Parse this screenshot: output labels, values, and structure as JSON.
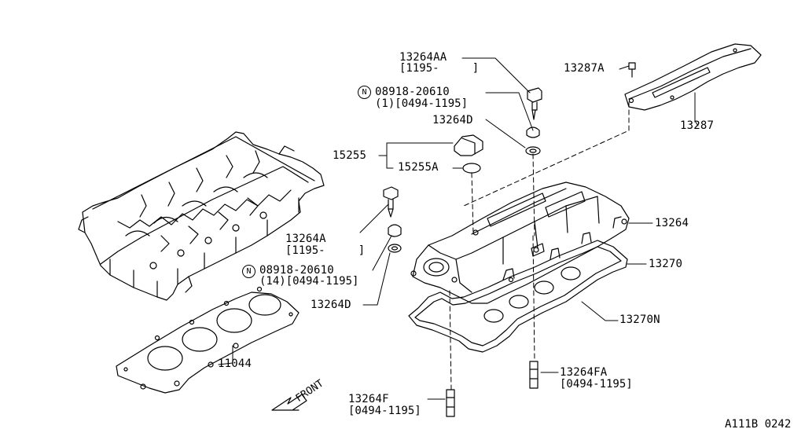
{
  "parts": {
    "p13264AA": {
      "code": "13264AA",
      "date": "[1195-     ]"
    },
    "n_upper": {
      "circle": "N",
      "code": "08918-20610",
      "qty": "(1)[0494-1195]"
    },
    "p13264D_upper": {
      "code": "13264D"
    },
    "p15255": {
      "code": "15255"
    },
    "p15255A": {
      "code": "15255A"
    },
    "p13287A": {
      "code": "13287A"
    },
    "p13287": {
      "code": "13287"
    },
    "p13264": {
      "code": "13264"
    },
    "p13270": {
      "code": "13270"
    },
    "p13270N": {
      "code": "13270N"
    },
    "p13264A": {
      "code": "13264A",
      "date": "[1195-     ]"
    },
    "n_lower": {
      "circle": "N",
      "code": "08918-20610",
      "qty": "(14)[0494-1195]"
    },
    "p13264D_lower": {
      "code": "13264D"
    },
    "p11044": {
      "code": "11044"
    },
    "p13264FA": {
      "code": "13264FA",
      "date": "[0494-1195]"
    },
    "p13264F": {
      "code": "13264F",
      "date": "[0494-1195]"
    }
  },
  "front_label": "FRONT",
  "diagram_ref": "A111B 0242"
}
